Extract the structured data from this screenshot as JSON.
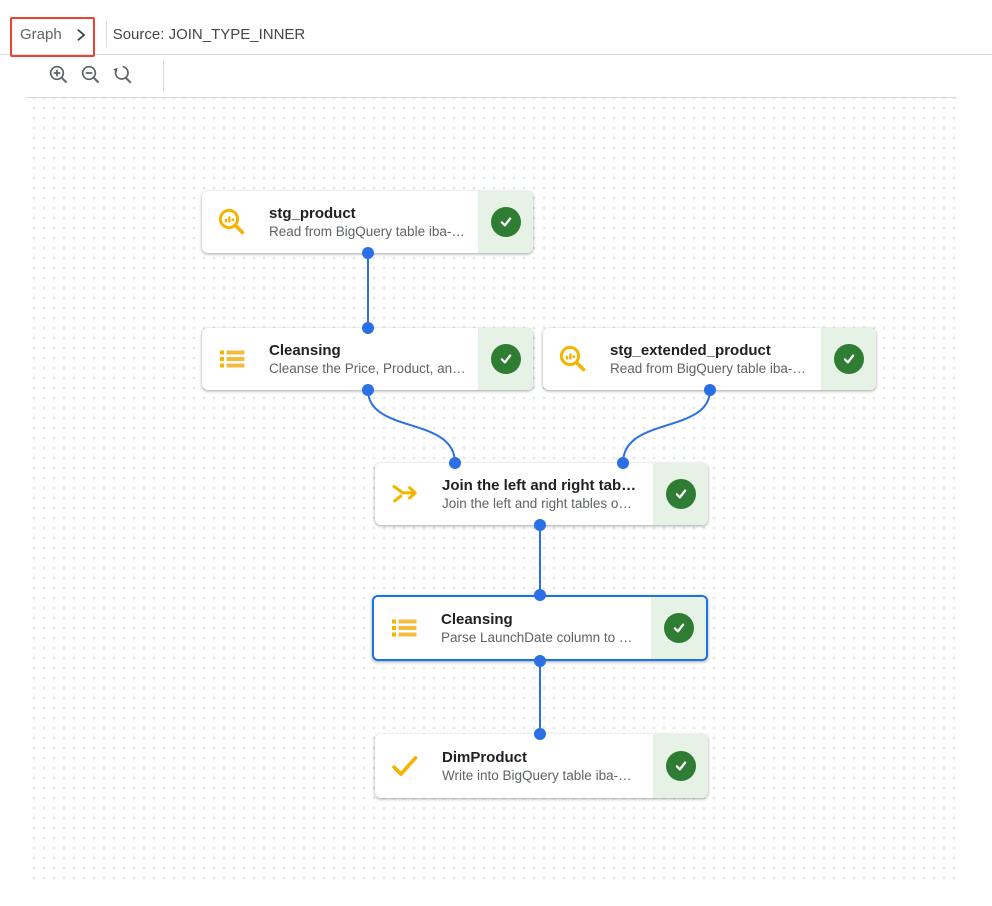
{
  "breadcrumb": {
    "items": [
      {
        "label": "Graph"
      },
      {
        "label": "Source: JOIN_TYPE_INNER"
      }
    ],
    "annotation": "red-highlight-box-around-graph-crumb"
  },
  "toolbar": {
    "buttons": [
      {
        "icon": "zoom-in-icon"
      },
      {
        "icon": "zoom-out-icon"
      },
      {
        "icon": "zoom-reset-icon"
      }
    ]
  },
  "colors": {
    "edge_blue": "#2b6fe4",
    "selection_blue": "#1a73e8",
    "icon_yellow": "#f4b400",
    "status_green_dark": "#2e7d32",
    "status_green_light": "#e6f2e6",
    "annotation_red": "#e94235",
    "text_primary": "#202124",
    "text_secondary": "#5f6368"
  },
  "canvas": {
    "background": "dotted-grid",
    "nodes": [
      {
        "title": "stg_product",
        "subtitle": "Read from BigQuery table iba-…",
        "icon": "bigquery-read-icon",
        "status_icon": "check-circle-icon",
        "selected": false
      },
      {
        "title": "Cleansing",
        "subtitle": "Cleanse the Price, Product, an…",
        "icon": "list-icon",
        "status_icon": "check-circle-icon",
        "selected": false
      },
      {
        "title": "stg_extended_product",
        "subtitle": "Read from BigQuery table iba-…",
        "icon": "bigquery-read-icon",
        "status_icon": "check-circle-icon",
        "selected": false
      },
      {
        "title": "Join the left and right tab…",
        "subtitle": "Join the left and right tables o…",
        "icon": "join-icon",
        "status_icon": "check-circle-icon",
        "selected": false
      },
      {
        "title": "Cleansing",
        "subtitle": "Parse LaunchDate column to …",
        "icon": "list-icon",
        "status_icon": "check-circle-icon",
        "selected": true
      },
      {
        "title": "DimProduct",
        "subtitle": "Write into BigQuery table iba-…",
        "icon": "write-check-icon",
        "status_icon": "check-circle-icon",
        "selected": false
      }
    ],
    "edges": [
      {
        "from": 0,
        "to": 1
      },
      {
        "from": 1,
        "to": 3
      },
      {
        "from": 2,
        "to": 3
      },
      {
        "from": 3,
        "to": 4
      },
      {
        "from": 4,
        "to": 5
      }
    ]
  }
}
